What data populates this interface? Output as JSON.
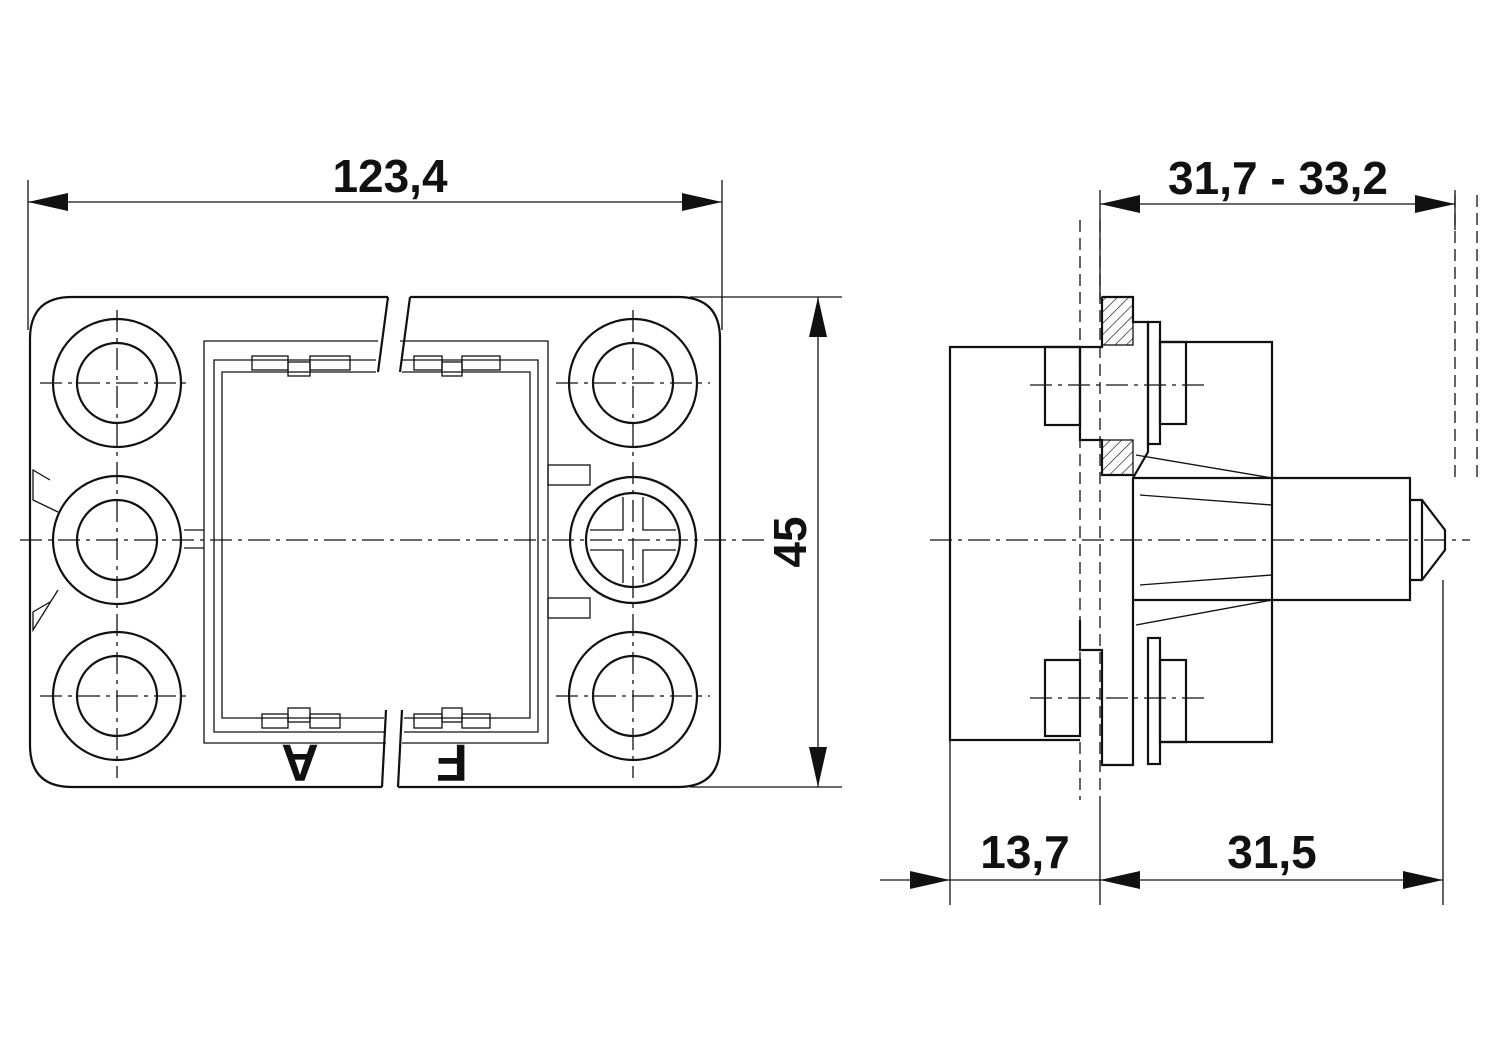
{
  "dimensions": {
    "overall_width": "123,4",
    "overall_height": "45",
    "panel_thickness_range": "31,7 - 33,2",
    "front_depth": "13,7",
    "rear_depth": "31,5"
  },
  "markings": {
    "left_slot": "A",
    "right_slot": "F"
  }
}
